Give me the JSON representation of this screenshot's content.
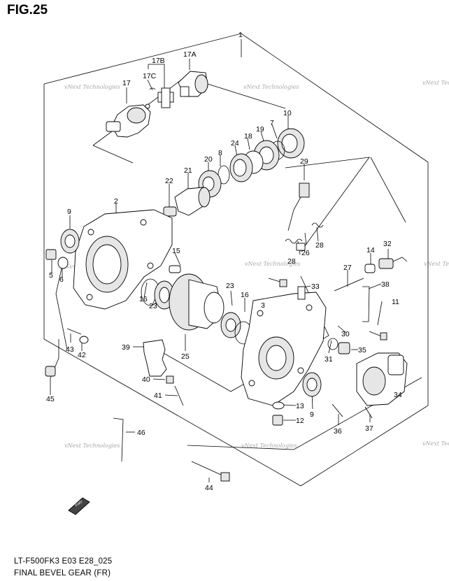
{
  "figure": {
    "title": "FIG.25",
    "footer_code": "LT-F500FK3 E03 E28_025",
    "footer_name": "FINAL BEVEL GEAR (FR)"
  },
  "watermark": "vNext Technologies",
  "callouts": {
    "c1": "1",
    "c2": "2",
    "c3": "3",
    "c5": "5",
    "c6": "6",
    "c7": "7",
    "c8": "8",
    "c9a": "9",
    "c9b": "9",
    "c10": "10",
    "c11": "11",
    "c12": "12",
    "c13": "13",
    "c14": "14",
    "c15": "15",
    "c16a": "16",
    "c16b": "16",
    "c17": "17",
    "c17a": "17A",
    "c17b": "17B",
    "c17c": "17C",
    "c18": "18",
    "c19": "19",
    "c20": "20",
    "c21": "21",
    "c22": "22",
    "c23a": "23",
    "c23b": "23",
    "c24": "24",
    "c25": "25",
    "c26": "26",
    "c27": "27",
    "c28a": "28",
    "c28b": "28",
    "c29": "29",
    "c30": "30",
    "c31": "31",
    "c32": "32",
    "c33": "33",
    "c34": "34",
    "c35": "35",
    "c36": "36",
    "c37": "37",
    "c38": "38",
    "c39": "39",
    "c40": "40",
    "c41": "41",
    "c42": "42",
    "c43": "43",
    "c44": "44",
    "c45": "45",
    "c46": "46"
  },
  "icons": {
    "forward_arrow": "forward-arrow-icon"
  },
  "forward_label": "FWD"
}
